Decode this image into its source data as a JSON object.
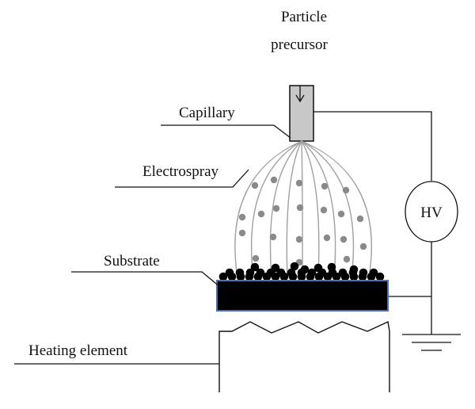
{
  "labels": {
    "particle_line1": "Particle",
    "particle_line2": "precursor",
    "capillary": "Capillary",
    "electrospray": "Electrospray",
    "substrate": "Substrate",
    "heating_element": "Heating element",
    "hv": "HV"
  },
  "colors": {
    "line": "#111111",
    "capillary_fill": "#c8c8c8",
    "spray_line": "#a0a0a0",
    "droplet": "#8a8a8a",
    "particle": "#000000",
    "substrate_fill": "#000000",
    "substrate_border": "#4a6fb5"
  }
}
